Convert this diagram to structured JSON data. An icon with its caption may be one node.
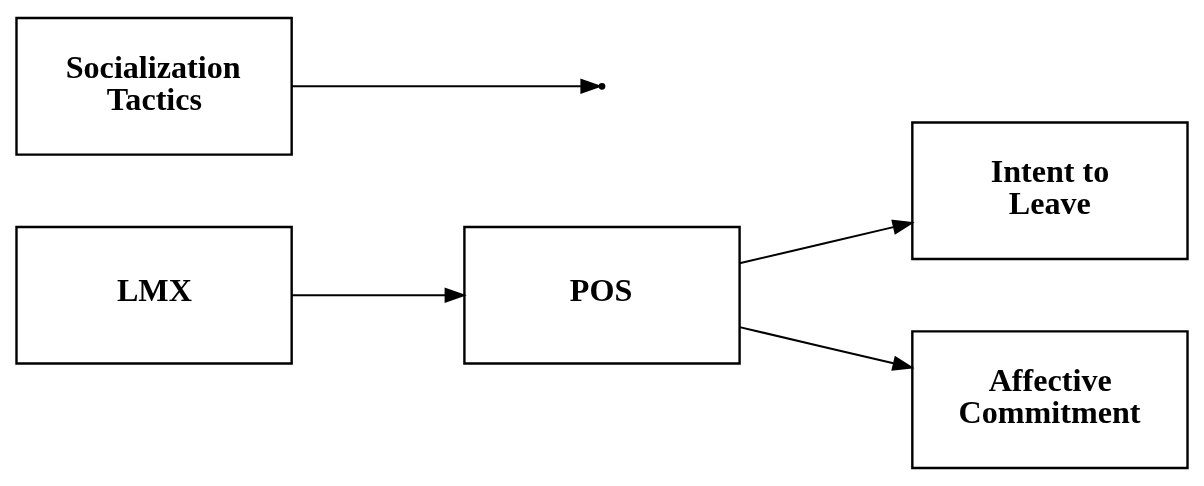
{
  "diagram": {
    "nodes": [
      {
        "text": [
          "LMX"
        ]
      },
      {
        "text": [
          "POS"
        ]
      },
      {
        "text": [
          "Intent to Leave"
        ]
      },
      {
        "text": [
          "Affective Commitment"
        ]
      },
      {
        "text": [
          "Socialization Tactics"
        ]
      }
    ],
    "edges": [
      {
        "from": 0,
        "to": 1,
        "arrow": "to"
      },
      {
        "from": 1,
        "to": 2,
        "arrow": "to"
      },
      {
        "from": 1,
        "to": 3,
        "arrow": "to"
      },
      {
        "from": 4,
        "to": null,
        "arrow": "to"
      }
    ]
  }
}
